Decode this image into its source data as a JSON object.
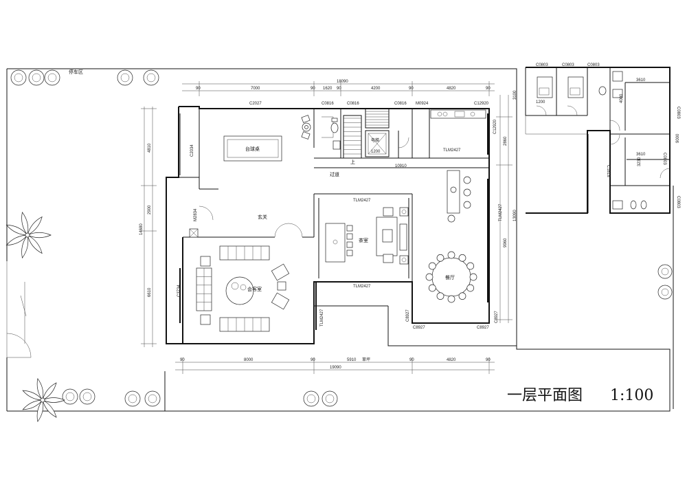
{
  "title": {
    "name": "一层平面图",
    "scale": "1:100"
  },
  "rooms": {
    "parking": "停车区",
    "billiard": "台球桌",
    "foyer": "玄关",
    "corridor": "过道",
    "up": "上",
    "elevator": "电梯",
    "elevator_size": "1200",
    "tearoom": "茶室",
    "reception": "会客室",
    "dining": "餐厅",
    "lawn": "草坪"
  },
  "openings": {
    "c2027": "C2027",
    "c0816a": "C0816",
    "c0816b": "C0816",
    "c0816c": "C0816",
    "m0924": "M0924",
    "c12920a": "C12920",
    "c12920b": "C12920",
    "c2034": "C2034",
    "m2834": "M2834",
    "c3734": "C3734",
    "tlm2427_top": "TLM2427",
    "tlm2427_tea_top": "TLM2427",
    "tlm2427_tea_bottom": "TLM2427",
    "tlm2427_vertical": "TLM2427",
    "tlm2427_right": "TLM2427",
    "c8927a": "C8927",
    "c8927b": "C8927",
    "c8927c": "C8927",
    "c8927d": "C8927",
    "c0803a": "C0803",
    "c0803b": "C0803",
    "c0803c": "C0803",
    "c0803d": "C0803",
    "c0803e": "C0803",
    "c0803f": "C0803",
    "c1818": "C1818",
    "m_small": "1200"
  },
  "dimensions": {
    "top_total": "18090",
    "top_segments": [
      "7000",
      "1620",
      "4200",
      "4820"
    ],
    "bottom_total": "19090",
    "bottom_segments": [
      "8000",
      "5910",
      "4820"
    ],
    "left_total": "14680",
    "left_segments": [
      "4810",
      "2900",
      "6610"
    ],
    "right_total": "13090",
    "right_segments": [
      "2860",
      "9960"
    ],
    "right_top": "3100",
    "corridor_width": "10910",
    "annex_right": "9000",
    "annex_w1": "3610",
    "annex_w2": "3610",
    "annex_h": "3230",
    "annex_small": "4000",
    "ticks": [
      "90",
      "90",
      "90",
      "90",
      "90",
      "90",
      "90",
      "90",
      "90"
    ]
  },
  "colors": {
    "line": "#111111",
    "background": "#ffffff"
  }
}
